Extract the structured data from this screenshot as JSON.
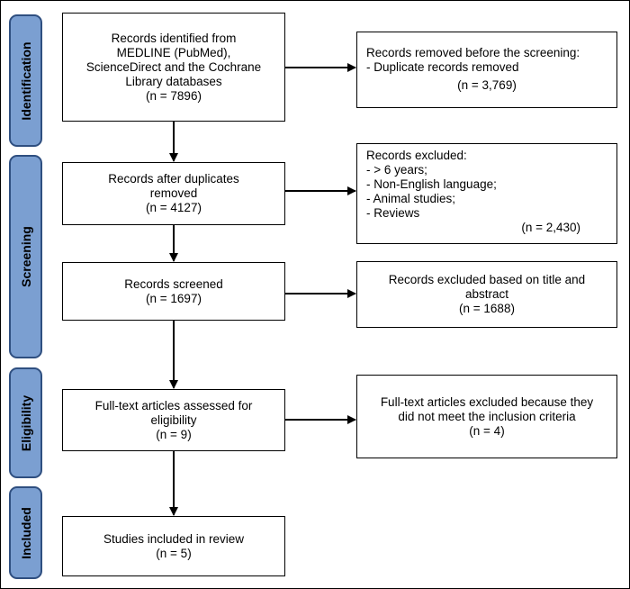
{
  "phases": {
    "identification": "Identification",
    "screening": "Screening",
    "eligibility": "Eligibility",
    "included": "Included"
  },
  "main": {
    "identified": [
      "Records identified from",
      "MEDLINE (PubMed),",
      "ScienceDirect and the Cochrane",
      "Library databases",
      "(n = 7896)"
    ],
    "after_duplicates": [
      "Records after duplicates",
      "removed",
      "(n = 4127)"
    ],
    "screened": [
      "Records screened",
      "(n = 1697)"
    ],
    "fulltext": [
      "Full-text articles assessed for",
      "eligibility",
      "(n = 9)"
    ],
    "included": [
      "Studies included in review",
      "(n = 5)"
    ]
  },
  "side": {
    "removed_before": [
      "Records removed before the screening:",
      "- Duplicate records removed",
      "(n = 3,769)"
    ],
    "excluded": [
      "Records excluded:",
      "- > 6 years;",
      "- Non-English language;",
      "- Animal studies;",
      "- Reviews",
      "(n = 2,430)"
    ],
    "excluded_title": [
      "Records excluded based on title and",
      "abstract",
      "(n = 1688)"
    ],
    "excluded_fulltext": [
      "Full-text articles excluded because they",
      "did not meet the inclusion criteria",
      "(n = 4)"
    ]
  }
}
